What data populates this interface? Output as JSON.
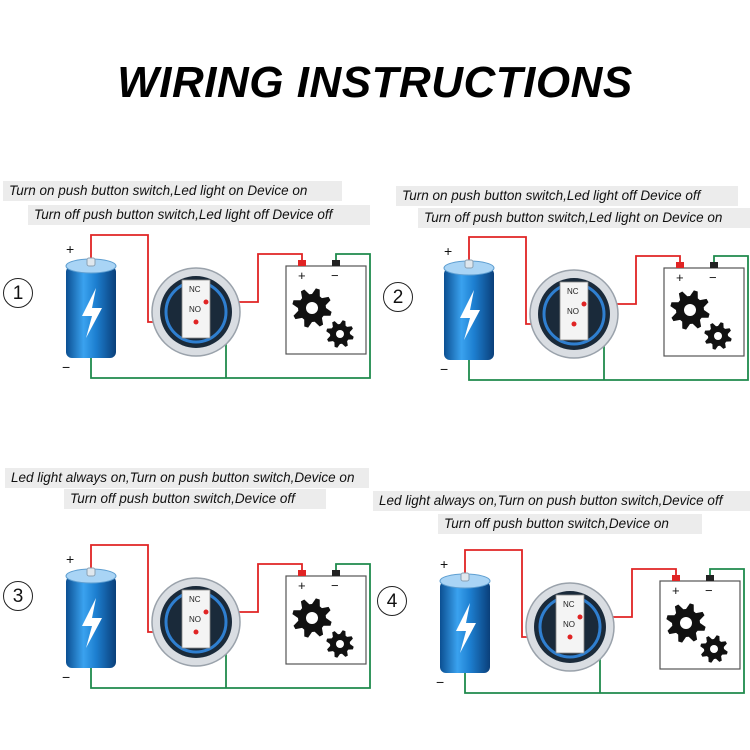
{
  "title": "WIRING INSTRUCTIONS",
  "colors": {
    "positive_wire": "#e02424",
    "negative_wire": "#1f8a4c",
    "battery": "#1d7fd0",
    "caption_bg": "#ececec"
  },
  "icons": {
    "battery": "battery-icon",
    "switch": "push-button-switch-icon",
    "device": "gear-device-icon"
  },
  "diagrams": [
    {
      "number": "1",
      "line1": "Turn on push button switch,Led light on Device on",
      "line2": "Turn off push button switch,Led light off Device off",
      "nc": "NC",
      "no": "NO",
      "plus": "+",
      "minus": "−"
    },
    {
      "number": "2",
      "line1": "Turn on push button switch,Led light off Device off",
      "line2": "Turn off push button switch,Led light on Device on",
      "nc": "NC",
      "no": "NO",
      "plus": "+",
      "minus": "−"
    },
    {
      "number": "3",
      "line1": "Led light always on,Turn on push button switch,Device on",
      "line2": "Turn off push button switch,Device off",
      "nc": "NC",
      "no": "NO",
      "plus": "+",
      "minus": "−"
    },
    {
      "number": "4",
      "line1": "Led light always on,Turn on push button switch,Device off",
      "line2": "Turn off push button switch,Device on",
      "nc": "NC",
      "no": "NO",
      "plus": "+",
      "minus": "−"
    }
  ]
}
